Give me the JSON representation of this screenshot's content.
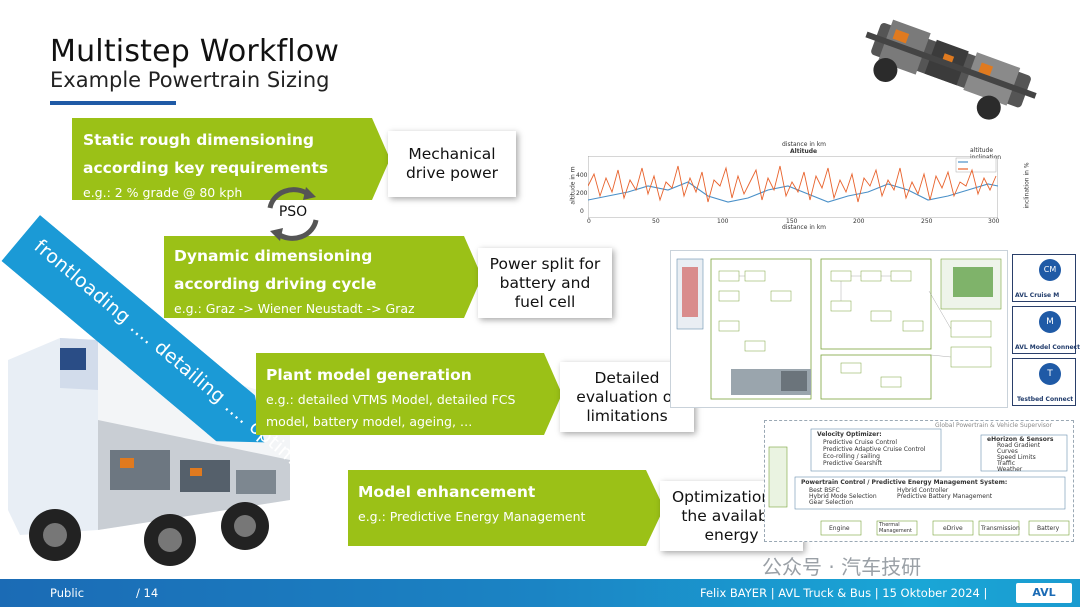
{
  "header": {
    "title": "Multistep Workflow",
    "subtitle": "Example Powertrain Sizing"
  },
  "steps": [
    {
      "title_line1": "Static rough dimensioning",
      "title_line2": "according key requirements",
      "sub_line1": "e.g.: 2 % grade @ 80 kph",
      "sub_line2": ""
    },
    {
      "title_line1": "Dynamic dimensioning",
      "title_line2": "according driving cycle",
      "sub_line1": "e.g.: Graz -> Wiener Neustadt -> Graz",
      "sub_line2": ""
    },
    {
      "title_line1": "Plant model generation",
      "title_line2": "",
      "sub_line1": "e.g.: detailed VTMS Model, detailed FCS",
      "sub_line2": "model, battery model, ageing, …"
    },
    {
      "title_line1": "Model enhancement",
      "title_line2": "",
      "sub_line1": "e.g.: Predictive Energy Management",
      "sub_line2": ""
    }
  ],
  "callouts": [
    "Mechanical\ndrive power",
    "Power split for\nbattery and\nfuel cell",
    "Detailed\nevaluation of\nlimitations",
    "Optimization of\nthe available\nenergy"
  ],
  "pso_label": "PSO",
  "diagonal_arrow_text": "frontloading …. detailing …. optimizing",
  "altitude_chart": {
    "title": "Altitude",
    "top_label": "distance in km",
    "xlabel": "distance in km",
    "ylabel_left": "altitude in m",
    "ylabel_right": "inclination in %",
    "x_ticks": [
      "0",
      "50",
      "100",
      "150",
      "200",
      "250",
      "300"
    ],
    "y_ticks_left": [
      "0",
      "200",
      "400"
    ],
    "legend": [
      "altitude",
      "inclination"
    ],
    "colors": {
      "altitude": "#4a90c8",
      "inclination": "#e8622c"
    }
  },
  "tools": [
    {
      "name": "AVL Cruise M",
      "badge": "CM"
    },
    {
      "name": "AVL Model Connect",
      "badge": "M"
    },
    {
      "name": "Testbed Connect",
      "badge": "T"
    }
  ],
  "energy_panel": {
    "header": "Global Powertrain & Vehicle Supervisor",
    "optimizer_title": "Velocity Optimizer:",
    "optimizer_items": [
      "Predictive Cruise Control",
      "Predictive Adaptive Cruise Control",
      "Eco-rolling / sailing",
      "Predictive Gearshift"
    ],
    "ehorizon_title": "eHorizon & Sensors",
    "ehorizon_items": [
      "Road Gradient",
      "Curves",
      "Speed Limits",
      "Traffic",
      "Weather"
    ],
    "control_title": "Powertrain Control / Predictive Energy Management System:",
    "control_items": [
      "Best BSFC",
      "Hybrid Mode Selection",
      "Gear Selection",
      "Hybrid Controller",
      "Predictive Battery Management"
    ],
    "components": [
      "Engine",
      "Thermal Management",
      "eDrive",
      "Transmission",
      "Battery"
    ]
  },
  "footer": {
    "classification": "Public",
    "page": "/ 14",
    "author_line": "Felix BAYER | AVL Truck & Bus | 15 Oktober 2024 |",
    "logo": "AVL"
  },
  "watermark": "公众号 · 汽车技研",
  "colors": {
    "step_green": "#9bc117",
    "arrow_blue": "#1b9ad6",
    "title_rule": "#1f5aa6"
  }
}
